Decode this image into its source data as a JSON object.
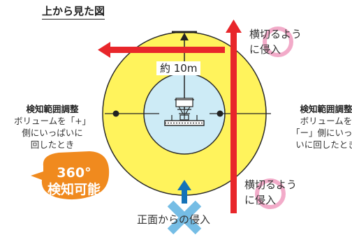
{
  "title": "上から見た図",
  "distance_label": "約 10m",
  "left_note": {
    "heading": "検知範囲調整",
    "lines": [
      "ボリュームを「+」",
      "側にいっぱいに",
      "回したとき"
    ]
  },
  "right_note": {
    "heading": "検知範囲調整",
    "lines": [
      "ボリュームを",
      "「ー」側にいっぱ",
      "いに回したとき"
    ]
  },
  "crossing_top": [
    "横切るよう",
    "に侵入"
  ],
  "crossing_bottom": [
    "横切るよう",
    "に侵入"
  ],
  "front_intrusion": "正面からの侵入",
  "badge": [
    "360°",
    "検知可能"
  ],
  "colors": {
    "outer_zone": "#FFF35C",
    "inner_zone": "#CDEBF6",
    "arrow_red": "#E8262B",
    "arrow_blue": "#1473B8",
    "cross_mark": "#67B6E3",
    "badge_orange": "#F08A1E",
    "ring_pink": "#F09CC0"
  }
}
